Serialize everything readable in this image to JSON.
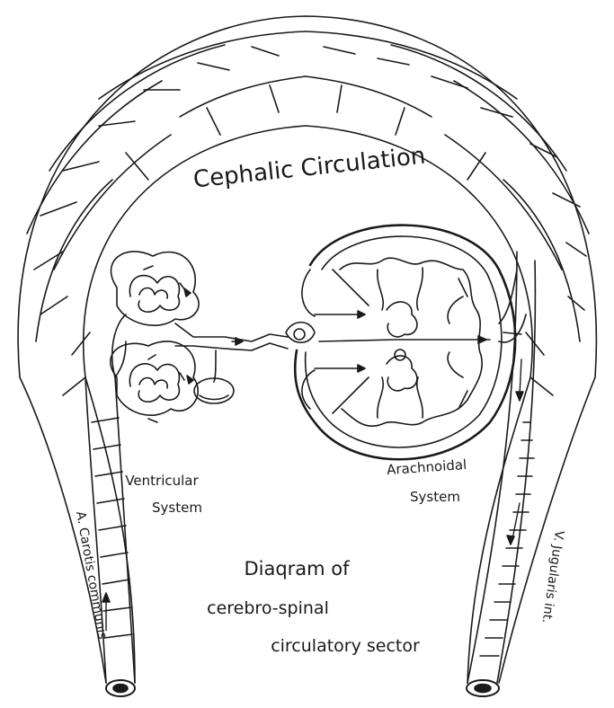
{
  "diagram": {
    "title_lines": [
      "Diaqram of",
      "cerebro-spinal",
      "circulatory sector"
    ],
    "arch_label": "Cephalic Circulation",
    "ventricular_label": [
      "Ventricular",
      "System"
    ],
    "arachnoidal_label": [
      "Arachnoidal",
      "System"
    ],
    "left_vessel_label": "A. Carotis communis",
    "right_vessel_label": "V. Jugularis int.",
    "ink_color": "#1a1a1a",
    "paper_color": "#ffffff"
  }
}
